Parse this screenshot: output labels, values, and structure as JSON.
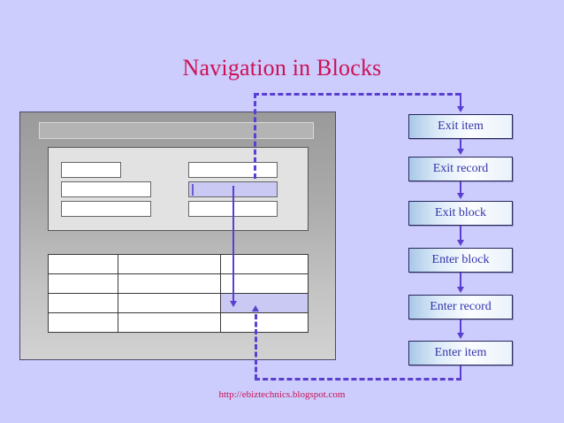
{
  "slide": {
    "title": "Navigation in Blocks",
    "footer_url": "http://ebiztechnics.blogspot.com",
    "background_color": "#ccccfd",
    "title_color": "#cc1155",
    "accent_arrow_color": "#5b3fd0",
    "box_text_color": "#3333aa",
    "box_border_color": "#27275c",
    "highlight_color": "#c9c9f4"
  },
  "form_window": {
    "name": "oracle-forms-block-window",
    "titlebar_text": "",
    "block_panel": {
      "name": "upper-block-panel",
      "fields": [
        {
          "id": "field-left-1",
          "value": "",
          "highlighted": false
        },
        {
          "id": "field-left-2",
          "value": "",
          "highlighted": false
        },
        {
          "id": "field-left-3",
          "value": "",
          "highlighted": false
        },
        {
          "id": "field-right-1",
          "value": "",
          "highlighted": false
        },
        {
          "id": "field-right-2",
          "value": "",
          "highlighted": true
        },
        {
          "id": "field-right-3",
          "value": "",
          "highlighted": false
        }
      ]
    },
    "record_table": {
      "name": "multi-record-block",
      "columns": [
        "",
        "",
        ""
      ],
      "rows": [
        [
          "",
          "",
          ""
        ],
        [
          "",
          "",
          ""
        ],
        [
          "",
          "",
          ""
        ],
        [
          "",
          "",
          ""
        ]
      ],
      "highlighted_cell": {
        "row": 3,
        "col": 3
      }
    }
  },
  "flow": {
    "name": "navigation-trigger-sequence",
    "steps": [
      {
        "label": "Exit item"
      },
      {
        "label": "Exit record"
      },
      {
        "label": "Exit block"
      },
      {
        "label": "Enter block"
      },
      {
        "label": "Enter record"
      },
      {
        "label": "Enter item"
      }
    ]
  }
}
